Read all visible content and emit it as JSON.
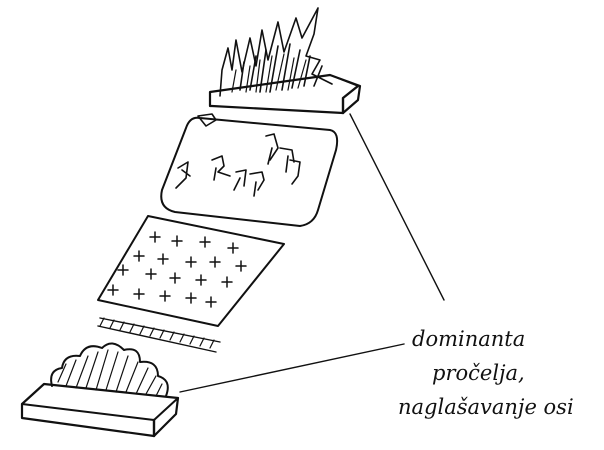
{
  "sketch": {
    "ink_color": "#111111",
    "paper_color": "#ffffff",
    "annotation_lines": [
      "dominanta",
      "pročelja,",
      "naglašavanje osi"
    ]
  }
}
